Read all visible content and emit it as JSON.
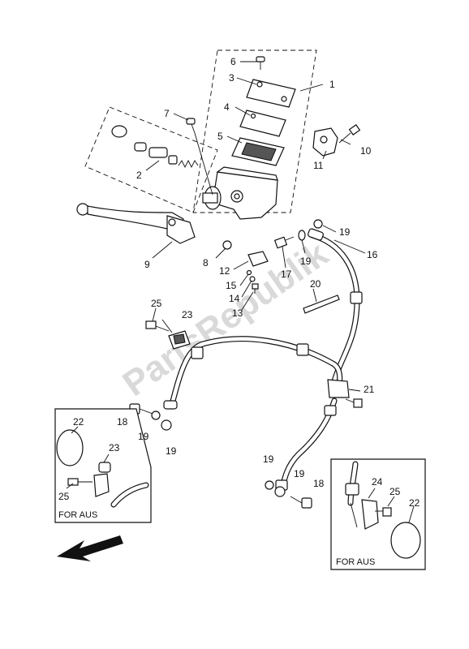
{
  "callouts": {
    "c1": "1",
    "c2": "2",
    "c3": "3",
    "c4": "4",
    "c5": "5",
    "c6": "6",
    "c7": "7",
    "c8": "8",
    "c9": "9",
    "c10": "10",
    "c11": "11",
    "c12": "12",
    "c13": "13",
    "c14": "14",
    "c15": "15",
    "c16": "16",
    "c17": "17",
    "c18a": "18",
    "c18b": "18",
    "c19a": "19",
    "c19b": "19",
    "c19c": "19",
    "c19d": "19",
    "c19e": "19",
    "c19f": "19",
    "c20": "20",
    "c21": "21",
    "c22a": "22",
    "c22b": "22",
    "c23a": "23",
    "c23b": "23",
    "c24": "24",
    "c25a": "25",
    "c25b": "25",
    "c25c": "25"
  },
  "inset_left": {
    "caption": "FOR AUS"
  },
  "inset_right": {
    "caption": "FOR AUS"
  },
  "watermark": "PartsRepublik",
  "icons": {
    "direction_arrow": "front-direction-arrow-icon"
  }
}
